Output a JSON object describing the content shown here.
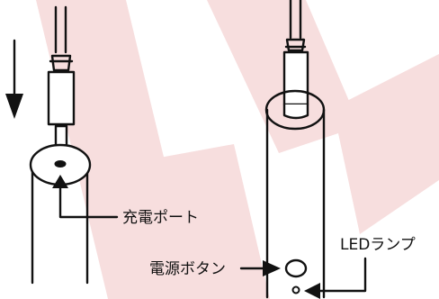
{
  "labels": {
    "charge_port": "充電ポート",
    "power_button": "電源ボタン",
    "led_lamp": "LEDランプ"
  },
  "colors": {
    "line": "#111111",
    "background_shape": "#f7dede",
    "background": "#ffffff"
  },
  "icons": {
    "insert_direction": "arrow-down-icon",
    "callouts": "arrow-right-icon"
  }
}
